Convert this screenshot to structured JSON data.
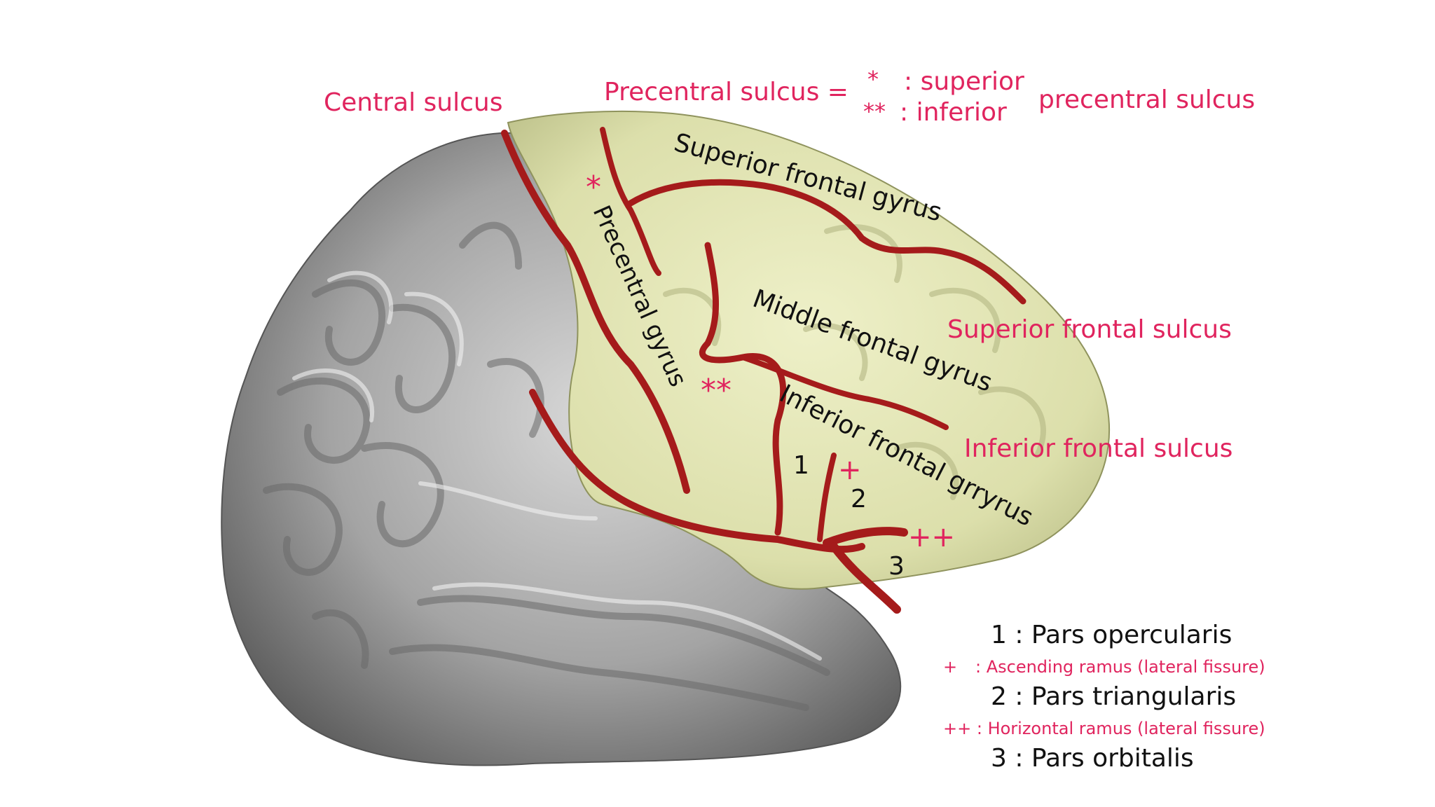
{
  "labels": {
    "central_sulcus": "Central sulcus",
    "precentral_sulcus": "Precentral sulcus =",
    "superior_marker": "*",
    "superior_text": ": superior",
    "inferior_marker": "**",
    "inferior_text": ": inferior",
    "precentral_sulcus_tail": "precentral sulcus",
    "superior_frontal_gyrus": "Superior frontal gyrus",
    "middle_frontal_gyrus": "Middle frontal gyrus",
    "inferior_frontal_gyrus": "Inferior frontal grryrus",
    "precentral_gyrus": "Precentral gyrus",
    "superior_frontal_sulcus": "Superior frontal sulcus",
    "inferior_frontal_sulcus": "Inferior frontal sulcus",
    "mark_star": "*",
    "mark_double_star": "**",
    "mark_plus": "+",
    "mark_double_plus": "++",
    "num_1": "1",
    "num_2": "2",
    "num_3": "3"
  },
  "legend": {
    "item1": "1 : Pars opercularis",
    "plus_marker": "+",
    "plus_text": ": Ascending ramus (lateral fissure)",
    "item2": "2 : Pars triangularis",
    "double_plus_text": "++ : Horizontal ramus (lateral fissure)",
    "item3": "3 : Pars orbitalis"
  },
  "colors": {
    "label_red": "#e0245e",
    "label_black": "#111111",
    "frontal_lobe": "#dfe0b0",
    "sulcus": "#a51b1b",
    "brain_gray": "#9a9a9a"
  }
}
